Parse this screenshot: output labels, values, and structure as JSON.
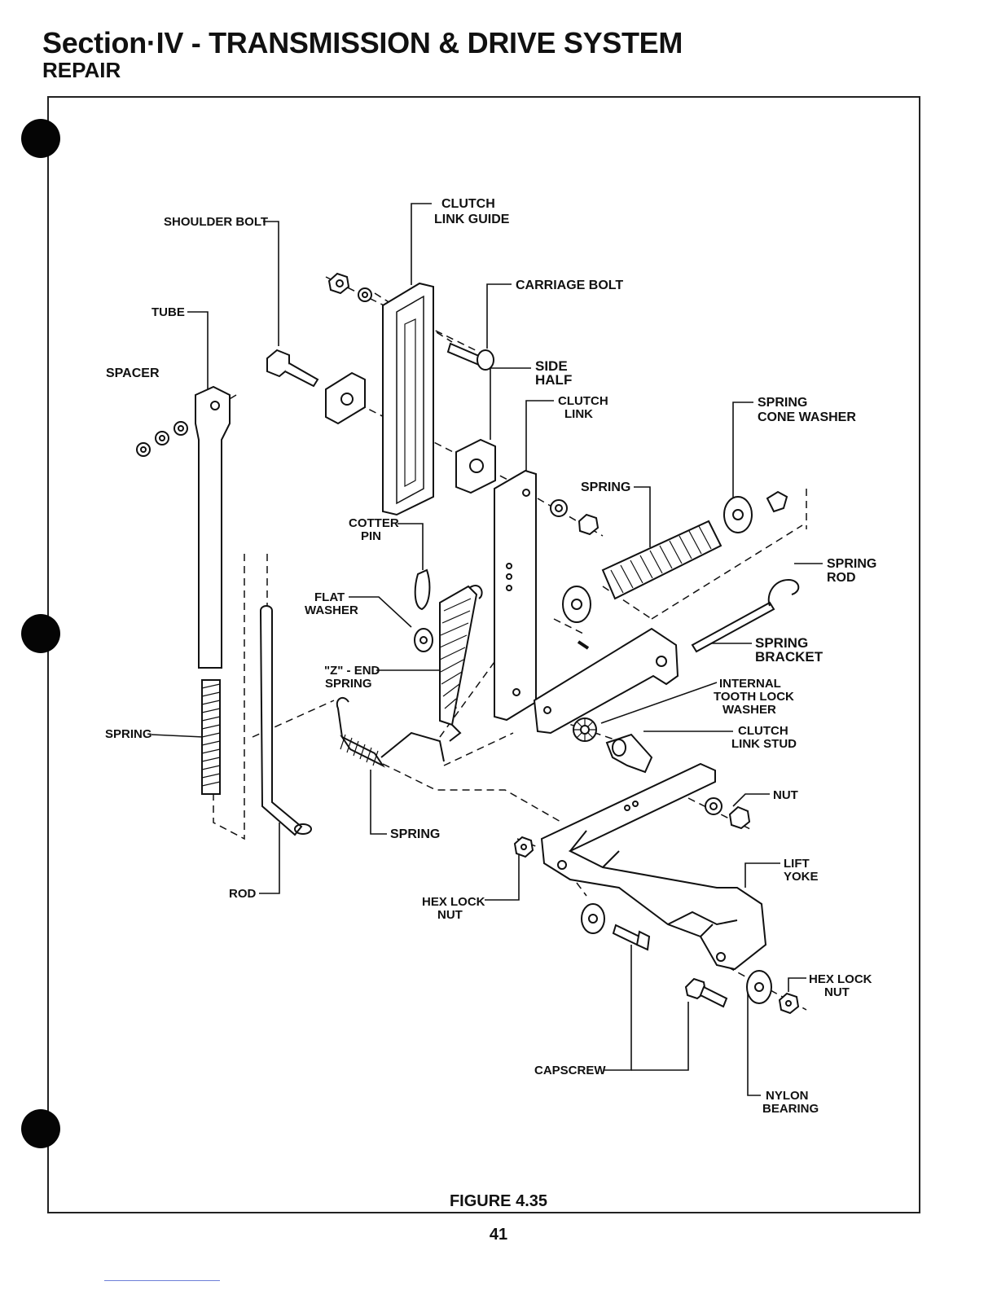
{
  "header": {
    "title": "Section·IV - TRANSMISSION & DRIVE SYSTEM",
    "subtitle": "REPAIR"
  },
  "labels": {
    "shoulder_bolt": "SHOULDER BOLT",
    "clutch_link_guide_1": "CLUTCH",
    "clutch_link_guide_2": "LINK GUIDE",
    "carriage_bolt": "CARRIAGE BOLT",
    "tube": "TUBE",
    "spacer": "SPACER",
    "side_half_1": "SIDE",
    "side_half_2": "HALF",
    "clutch_link_1": "CLUTCH",
    "clutch_link_2": "LINK",
    "spring_cone_washer_1": "SPRING",
    "spring_cone_washer_2": "CONE WASHER",
    "spring_top": "SPRING",
    "cotter_pin_1": "COTTER",
    "cotter_pin_2": "PIN",
    "spring_rod_1": "SPRING",
    "spring_rod_2": "ROD",
    "flat_washer_1": "FLAT",
    "flat_washer_2": "WASHER",
    "spring_bracket_1": "SPRING",
    "spring_bracket_2": "BRACKET",
    "z_end_spring_1": "\"Z\" - END",
    "z_end_spring_2": "SPRING",
    "internal_tooth_1": "INTERNAL",
    "internal_tooth_2": "TOOTH LOCK",
    "internal_tooth_3": "WASHER",
    "spring_left": "SPRING",
    "clutch_link_stud_1": "CLUTCH",
    "clutch_link_stud_2": "LINK STUD",
    "nut": "NUT",
    "spring_bottom": "SPRING",
    "lift_yoke_1": "LIFT",
    "lift_yoke_2": "YOKE",
    "rod": "ROD",
    "hex_lock_nut_left_1": "HEX LOCK",
    "hex_lock_nut_left_2": "NUT",
    "hex_lock_nut_right_1": "HEX LOCK",
    "hex_lock_nut_right_2": "NUT",
    "capscrew": "CAPSCREW",
    "nylon_bearing_1": "NYLON",
    "nylon_bearing_2": "BEARING"
  },
  "figure": {
    "caption": "FIGURE 4.35",
    "page_number": "41"
  }
}
